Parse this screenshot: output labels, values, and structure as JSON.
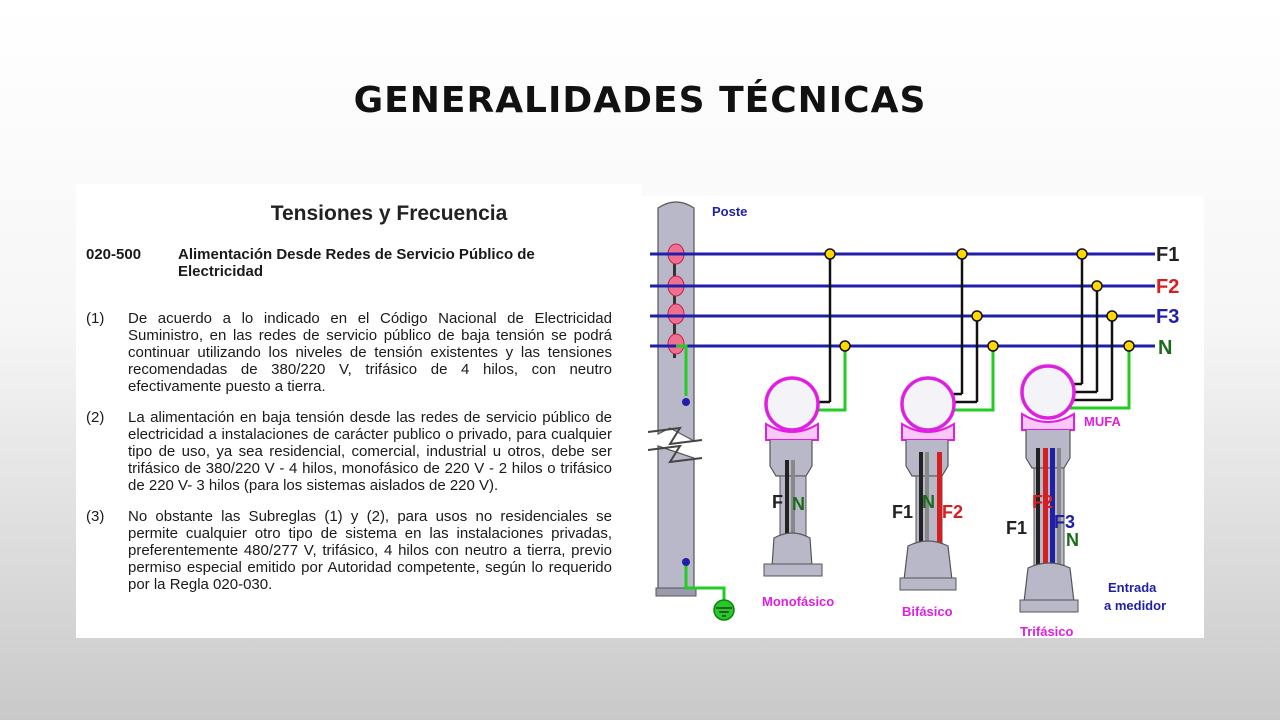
{
  "slide": {
    "title": "GENERALIDADES TÉCNICAS"
  },
  "document": {
    "heading": "Tensiones y Frecuencia",
    "rule_code": "020-500",
    "rule_title": "Alimentación Desde Redes de Servicio Público de Electricidad",
    "paragraphs": [
      {
        "num": "(1)",
        "text": "De acuerdo a lo indicado en el Código Nacional de Electricidad Suministro, en las redes de servicio público de baja tensión se podrá continuar utilizando los niveles de tensión existentes y las tensiones recomendadas de 380/220 V, trifásico de 4 hilos, con neutro efectivamente puesto a tierra."
      },
      {
        "num": "(2)",
        "text": "La alimentación en baja tensión desde las redes de servicio público de electricidad a instalaciones de carácter publico o privado, para cualquier tipo de uso, ya sea residencial, comercial, industrial u otros, debe ser trifásico de 380/220 V - 4 hilos, monofásico de 220 V - 2 hilos o trifásico de 220 V- 3 hilos (para los sistemas aislados de 220 V)."
      },
      {
        "num": "(3)",
        "text": "No obstante las Subreglas (1) y (2), para usos no residenciales se permite cualquier otro tipo de sistema en las instalaciones privadas, preferentemente 480/277 V, trifásico, 4 hilos con neutro a tierra, previo permiso especial emitido por Autoridad competente, según lo requerido por la Regla 020-030."
      }
    ]
  },
  "diagram": {
    "pole_label": "Poste",
    "lines": [
      "F1",
      "F2",
      "F3",
      "N"
    ],
    "mufa_label": "MUFA",
    "entry_label_1": "Entrada",
    "entry_label_2": "a medidor",
    "mono": {
      "caption": "Monofásico",
      "f": "F",
      "n": "N"
    },
    "bi": {
      "caption": "Bifásico",
      "f1": "F1",
      "n": "N",
      "f2": "F2"
    },
    "tri": {
      "caption": "Trifásico",
      "f1": "F1",
      "f2": "F2",
      "f3": "F3",
      "n": "N"
    },
    "colors": {
      "line": "#1f1fa8",
      "neutral_wire": "#22cc22",
      "mufa": "#e020e0",
      "phase_red": "#d42020",
      "pole": "#b8b8c8",
      "label_dark": "#222222",
      "label_blue": "#1f1fa8",
      "label_green": "#1b6b1b"
    }
  }
}
